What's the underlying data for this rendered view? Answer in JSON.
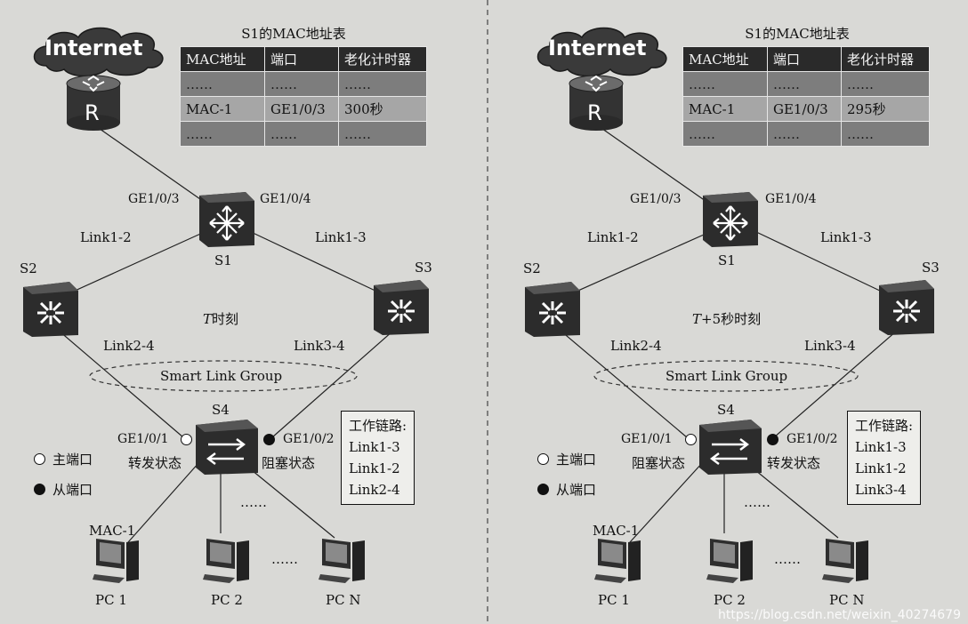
{
  "left": {
    "internet": "Internet",
    "router": "R",
    "table": {
      "title": "S1的MAC地址表",
      "headers": [
        "MAC地址",
        "端口",
        "老化计时器"
      ],
      "rows": [
        [
          "……",
          "……",
          "……"
        ],
        [
          "MAC-1",
          "GE1/0/3",
          "300秒"
        ],
        [
          "……",
          "……",
          "……"
        ]
      ]
    },
    "s1": "S1",
    "s2": "S2",
    "s3": "S3",
    "s4": "S4",
    "s1_port_left": "GE1/0/3",
    "s1_port_right": "GE1/0/4",
    "link12": "Link1-2",
    "link13": "Link1-3",
    "link24": "Link2-4",
    "link34": "Link3-4",
    "time_italic": "T",
    "time_rest": "时刻",
    "group": "Smart Link Group",
    "s4_port_left": "GE1/0/1",
    "s4_port_right": "GE1/0/2",
    "state_left": "转发状态",
    "state_right": "阻塞状态",
    "legend_master": "主端口",
    "legend_slave": "从端口",
    "working_title": "工作链路:",
    "working": [
      "Link1-3",
      "Link1-2",
      "Link2-4"
    ],
    "dots_top": "……",
    "dots_mid": "……",
    "mac1": "MAC-1",
    "pc1": "PC 1",
    "pc2": "PC 2",
    "pcn": "PC N"
  },
  "right": {
    "internet": "Internet",
    "router": "R",
    "table": {
      "title": "S1的MAC地址表",
      "headers": [
        "MAC地址",
        "端口",
        "老化计时器"
      ],
      "rows": [
        [
          "……",
          "……",
          "……"
        ],
        [
          "MAC-1",
          "GE1/0/3",
          "295秒"
        ],
        [
          "……",
          "……",
          "……"
        ]
      ]
    },
    "s1": "S1",
    "s2": "S2",
    "s3": "S3",
    "s4": "S4",
    "s1_port_left": "GE1/0/3",
    "s1_port_right": "GE1/0/4",
    "link12": "Link1-2",
    "link13": "Link1-3",
    "link24": "Link2-4",
    "link34": "Link3-4",
    "time_italic": "T",
    "time_rest": "+5秒时刻",
    "group": "Smart Link Group",
    "s4_port_left": "GE1/0/1",
    "s4_port_right": "GE1/0/2",
    "state_left": "阻塞状态",
    "state_right": "转发状态",
    "legend_master": "主端口",
    "legend_slave": "从端口",
    "working_title": "工作链路:",
    "working": [
      "Link1-3",
      "Link1-2",
      "Link3-4"
    ],
    "dots_top": "……",
    "dots_mid": "……",
    "mac1": "MAC-1",
    "pc1": "PC 1",
    "pc2": "PC 2",
    "pcn": "PC N"
  },
  "watermark": "https://blog.csdn.net/weixin_40274679"
}
